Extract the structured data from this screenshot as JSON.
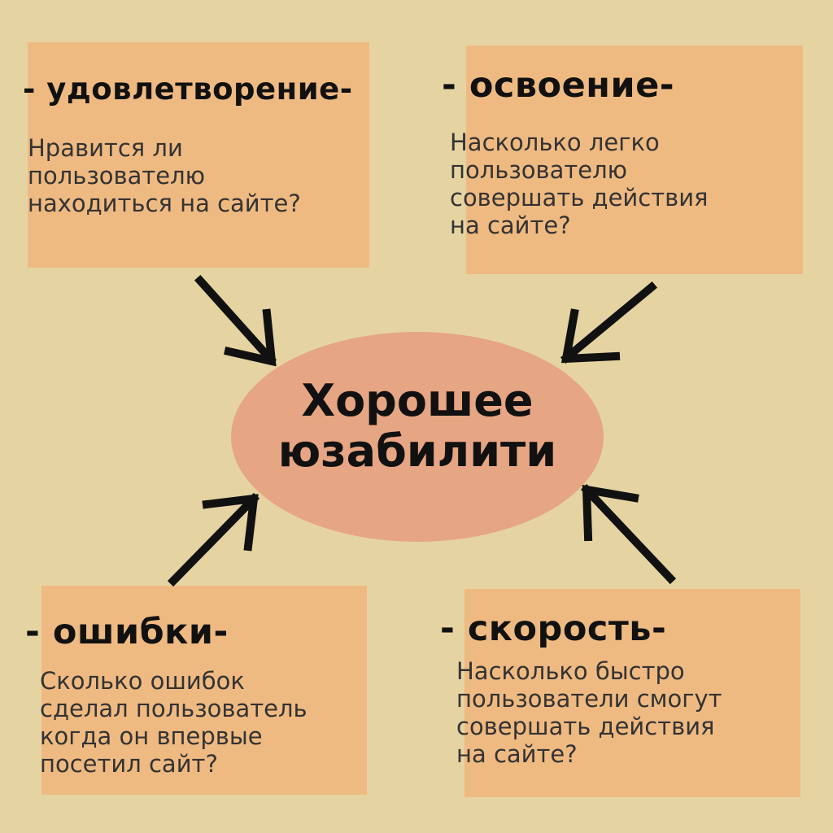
{
  "center": {
    "label": "Хорошее\nюзабилити"
  },
  "cards": {
    "satisfaction": {
      "title": "- удовлетворение-",
      "body": "Нравится ли\nпользователю\nнаходиться на сайте?"
    },
    "learnability": {
      "title": "- освоение-",
      "body": "Насколько легко\nпользователю\nсовершать действия\nна сайте?"
    },
    "errors": {
      "title": "- ошибки-",
      "body": "Сколько ошибок\nсделал пользователь\nкогда он впервые\nпосетил сайт?"
    },
    "speed": {
      "title": "- скорость-",
      "body": "Насколько быстро\nпользователи смогут\nсовершать действия\nна сайте?"
    }
  },
  "colors": {
    "background": "#e5d4a2",
    "card": "#efba82",
    "ellipse": "#e6a583",
    "arrow": "#111111"
  }
}
